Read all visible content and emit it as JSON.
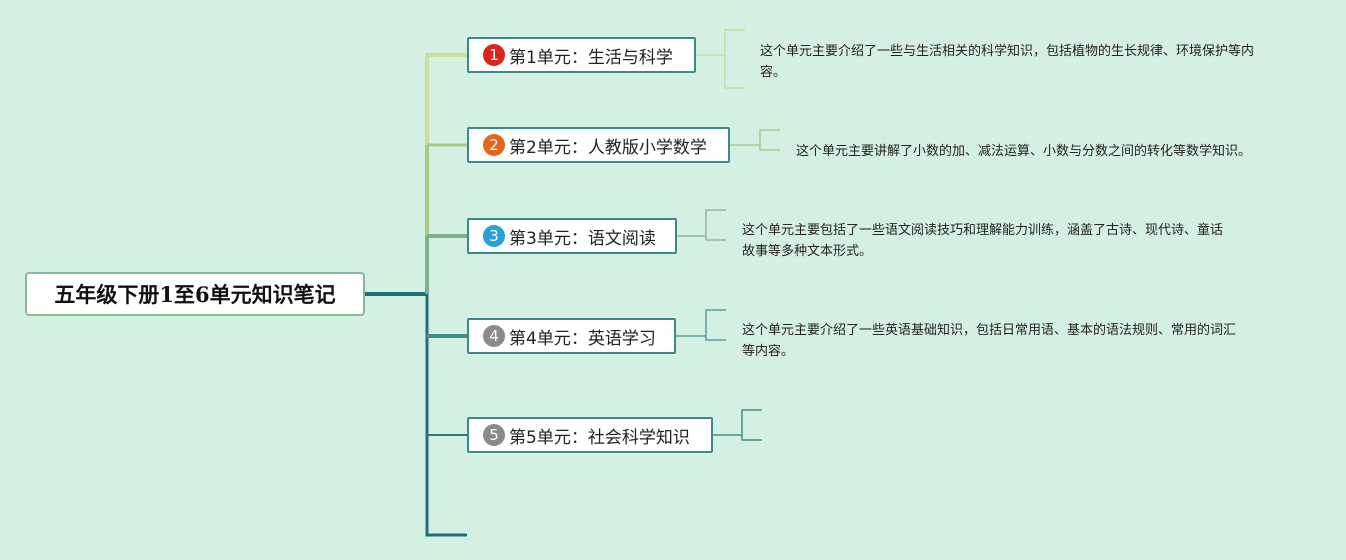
{
  "root": {
    "title": "五年级下册1至6单元知识笔记"
  },
  "units": [
    {
      "num": "1",
      "label": "第1单元：生活与科学",
      "color": "#d9261c",
      "desc": "这个单元主要介绍了一些与生活相关的科学知识，包括植物的生长规律、环境保护等内容。"
    },
    {
      "num": "2",
      "label": "第2单元：人教版小学数学",
      "color": "#e2661e",
      "desc": "这个单元主要讲解了小数的加、减法运算、小数与分数之间的转化等数学知识。"
    },
    {
      "num": "3",
      "label": "第3单元：语文阅读",
      "color": "#2a9fd8",
      "desc": "这个单元主要包括了一些语文阅读技巧和理解能力训练，涵盖了古诗、现代诗、童话故事等多种文本形式。"
    },
    {
      "num": "4",
      "label": "第4单元：英语学习",
      "color": "#8a8a8a",
      "desc": "这个单元主要介绍了一些英语基础知识，包括日常用语、基本的语法规则、常用的词汇等内容。"
    },
    {
      "num": "5",
      "label": "第5单元：社会科学知识",
      "color": "#8a8a8a",
      "desc": ""
    }
  ]
}
